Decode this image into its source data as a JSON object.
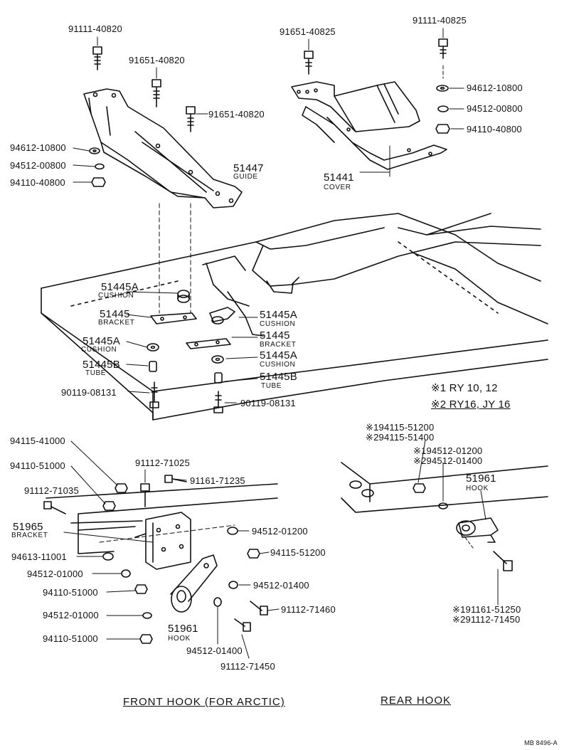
{
  "top": {
    "bolt_guide": "91111-40820",
    "bolt_guide_2": "91651-40820",
    "bolt_guide_3": "91651-40820",
    "washer_plate": "94612-10800",
    "washer_spring": "94512-00800",
    "nut": "94110-40800",
    "guide_no": "51447",
    "guide_name": "GUIDE",
    "cover_bolt_1": "91651-40825",
    "cover_bolt_2": "91111-40825",
    "cover_washer_plate": "94612-10800",
    "cover_washer_spring": "94512-00800",
    "cover_nut": "94110-40800",
    "cover_no": "51441",
    "cover_name": "COVER"
  },
  "middle": {
    "cushion_a_left_1": "51445A",
    "cushion_name": "CUSHION",
    "bracket_left": "51445",
    "bracket_name": "BRACKET",
    "cushion_a_left_2": "51445A",
    "tube_left": "51445B",
    "tube_name": "TUBE",
    "bolt_left": "90119-08131",
    "cushion_a_right_1": "51445A",
    "bracket_right": "51445",
    "cushion_a_right_2": "51445A",
    "tube_right": "51445B",
    "bolt_right": "90119-08131",
    "note_1": "※1 RY 10, 12",
    "note_2": "※2 RY16, JY 16"
  },
  "front_hook": {
    "nut_1": "94115-41000",
    "nut_2": "94110-51000",
    "bolt_1": "91112-71035",
    "bolt_2": "91112-71025",
    "bolt_3": "91161-71235",
    "bracket_no": "51965",
    "bracket_name": "BRACKET",
    "washer_1": "94613-11001",
    "washer_2": "94512-01000",
    "nut_3": "94110-51000",
    "washer_3": "94512-01000",
    "nut_4": "94110-51000",
    "washer_4": "94512-01200",
    "nut_5": "94115-51200",
    "washer_5": "94512-01400",
    "bolt_4": "91112-71460",
    "hook_no": "51961",
    "hook_name": "HOOK",
    "washer_6": "94512-01400",
    "bolt_5": "91112-71450",
    "caption": "FRONT HOOK (FOR ARCTIC)"
  },
  "rear_hook": {
    "nut_1a": "※194115-51200",
    "nut_1b": "※294115-51400",
    "washer_1a": "※194512-01200",
    "washer_1b": "※294512-01400",
    "hook_no": "51961",
    "hook_name": "HOOK",
    "bolt_a": "※191161-51250",
    "bolt_b": "※291112-71450",
    "caption": "REAR HOOK"
  },
  "footer": {
    "code": "MB 8496-A"
  }
}
